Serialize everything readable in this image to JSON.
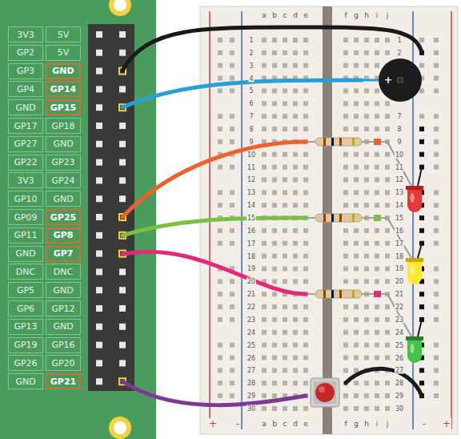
{
  "diagram": {
    "labels": [
      "3V3",
      "5V",
      "GP2",
      "5V",
      "GP3",
      "GND",
      "GP4",
      "GP14",
      "GND",
      "GP15",
      "GP17",
      "GP18",
      "GP27",
      "GND",
      "GP22",
      "GP23",
      "3V3",
      "GP24",
      "GP10",
      "GND",
      "GP09",
      "GP25",
      "GP11",
      "GP8",
      "GND",
      "GP7",
      "DNC",
      "DNC",
      "GP5",
      "GND",
      "GP6",
      "GP12",
      "GP13",
      "GND",
      "GP19",
      "GP16",
      "GP26",
      "GP20",
      "GND",
      "GP21",
      "a",
      "b",
      "c",
      "d",
      "e",
      "f",
      "g",
      "h",
      "i",
      "j",
      "1",
      "2",
      "3",
      "4",
      "5",
      "6",
      "7",
      "8",
      "9",
      "10",
      "11",
      "12",
      "13",
      "14",
      "15",
      "16",
      "17",
      "18",
      "19",
      "20",
      "21",
      "22",
      "23",
      "24",
      "25",
      "26",
      "27",
      "28",
      "29",
      "30",
      "1",
      "2",
      "7",
      "8",
      "9",
      "10",
      "11",
      "12",
      "13",
      "14",
      "15",
      "16",
      "17",
      "18",
      "19",
      "20",
      "21",
      "22",
      "23",
      "24",
      "25",
      "26",
      "27",
      "28",
      "29",
      "30",
      "a",
      "b",
      "c",
      "d",
      "e",
      "f",
      "g",
      "h",
      "i",
      "j",
      "+",
      "-",
      "-",
      "+",
      "+"
    ]
  }
}
